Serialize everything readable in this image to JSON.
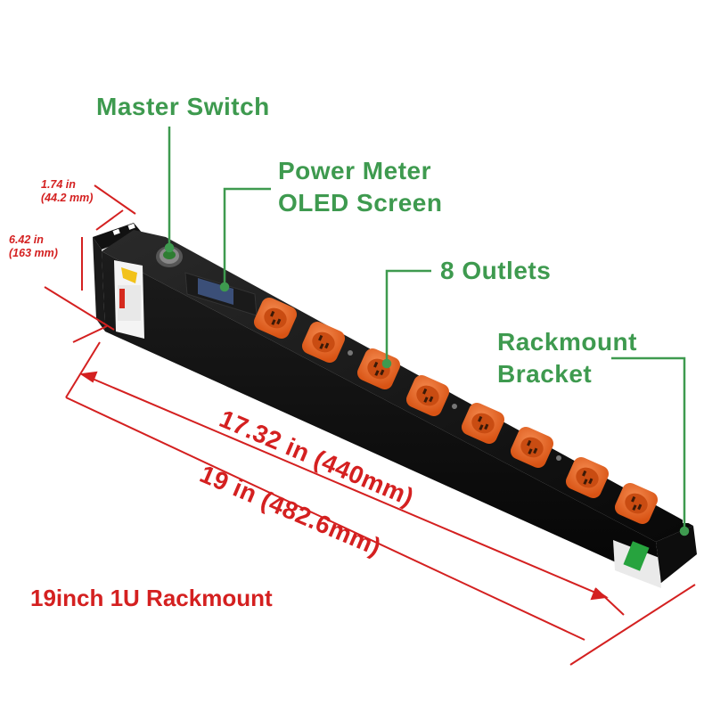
{
  "callouts": {
    "master_switch": "Master Switch",
    "power_meter": [
      "Power Meter",
      "OLED Screen"
    ],
    "outlets": "8 Outlets",
    "rackmount_bracket": [
      "Rackmount",
      "Bracket"
    ]
  },
  "dimensions": {
    "height": [
      "1.74 in",
      "(44.2 mm)"
    ],
    "depth": [
      "6.42 in",
      "(163 mm)"
    ],
    "body_length": "17.32 in (440mm)",
    "overall_length": "19 in (482.6mm)"
  },
  "footer_label": "19inch 1U Rackmount",
  "product": {
    "outlet_count": 8,
    "outlet_color": "#e8662a",
    "body_color": "#0d0d0d",
    "callout_color": "#3e9a4f",
    "dimension_color": "#d42020",
    "icons": [
      "power-switch-icon",
      "oled-screen-icon",
      "outlet-icon",
      "bracket-icon"
    ]
  }
}
